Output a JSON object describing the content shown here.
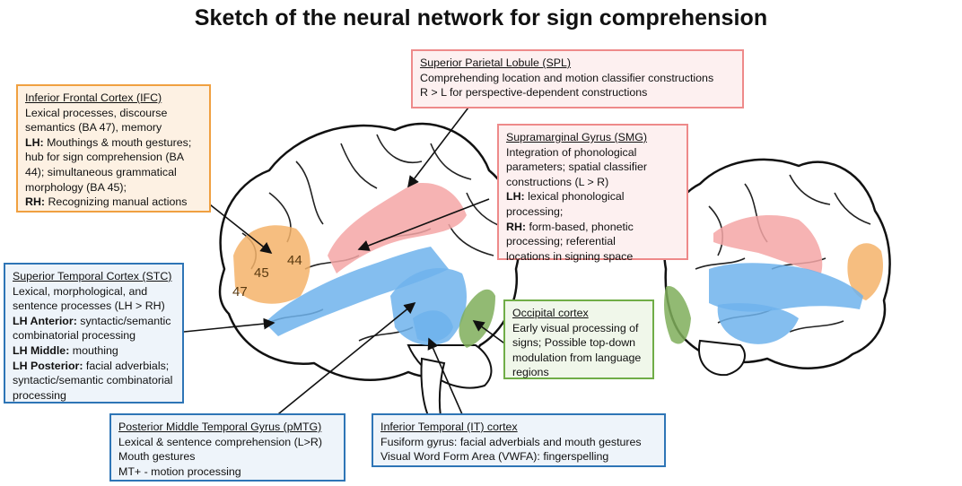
{
  "title": "Sketch of the neural network for sign comprehension",
  "colors": {
    "ifc": "#f5b36a",
    "parietal": "#f4a6a6",
    "temporal": "#6fb3ec",
    "occipital": "#7fae5a"
  },
  "ba_labels": {
    "a": "47",
    "b": "45",
    "c": "44"
  },
  "boxes": {
    "ifc": {
      "heading": "Inferior Frontal Cortex (IFC)",
      "l1": "Lexical processes, discourse",
      "l2": "semantics (BA 47), memory",
      "l3b": "LH:",
      "l3": " Mouthings & mouth gestures;",
      "l4": "hub for sign comprehension (BA",
      "l5": "44); simultaneous grammatical",
      "l6": "morphology (BA 45);",
      "l7b": "RH:",
      "l7": " Recognizing manual actions"
    },
    "spl": {
      "heading": "Superior Parietal Lobule (SPL)",
      "l1": "Comprehending location and motion classifier constructions",
      "l2": "R > L for perspective-dependent constructions"
    },
    "smg": {
      "heading": "Supramarginal Gyrus (SMG)",
      "l1": "Integration of phonological",
      "l2": "parameters; spatial classifier",
      "l3": "constructions (L > R)",
      "l4b": "LH:",
      "l4": " lexical phonological",
      "l5": "processing;",
      "l6b": "RH:",
      "l6": " form-based, phonetic",
      "l7": "processing; referential",
      "l8": "locations in signing space"
    },
    "stc": {
      "heading": "Superior Temporal Cortex (STC)",
      "l1": "Lexical, morphological, and",
      "l2": "sentence processes (LH > RH)",
      "l3b": "LH Anterior:",
      "l3": " syntactic/semantic",
      "l4": "combinatorial processing",
      "l5b": "LH Middle:",
      "l5": " mouthing",
      "l6b": "LH Posterior:",
      "l6": " facial adverbials;",
      "l7": "syntactic/semantic combinatorial",
      "l8": "processing"
    },
    "occ": {
      "heading": "Occipital cortex",
      "l1": "Early visual processing of",
      "l2": "signs; Possible top-down",
      "l3": "modulation from language",
      "l4": "regions"
    },
    "pmtg": {
      "heading": "Posterior Middle Temporal Gyrus (pMTG)",
      "l1": "Lexical & sentence comprehension (L>R)",
      "l2": "Mouth gestures",
      "l3": "MT+ - motion processing"
    },
    "it": {
      "heading": "Inferior Temporal (IT) cortex",
      "l1": "Fusiform gyrus: facial adverbials and mouth gestures",
      "l2": "Visual Word Form Area (VWFA): fingerspelling"
    }
  }
}
